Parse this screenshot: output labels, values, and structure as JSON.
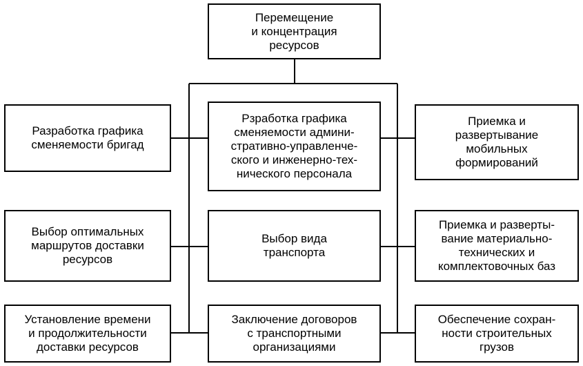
{
  "diagram": {
    "root": "Перемещение\nи концентрация\nресурсов",
    "left_column": [
      "Разработка графика\nсменяемости бригад",
      "Выбор оптимальных\nмаршрутов доставки\nресурсов",
      "Установление времени\nи продолжительности\nдоставки ресурсов"
    ],
    "middle_column": [
      "Рзработка графика\nсменяемости админи-\nстративно-управленче-\nского и инженерно-тех-\nнического персонала",
      "Выбор вида\nтранспорта",
      "Заключение договоров\nс транспортными\nорганизациями"
    ],
    "right_column": [
      "Приемка и\nразвертывание\nмобильных\nформирований",
      "Приемка и разверты-\nвание материально-\nтехнических и\nкомплектовочных баз",
      "Обеспечение сохран-\nности строительных\nгрузов"
    ]
  }
}
